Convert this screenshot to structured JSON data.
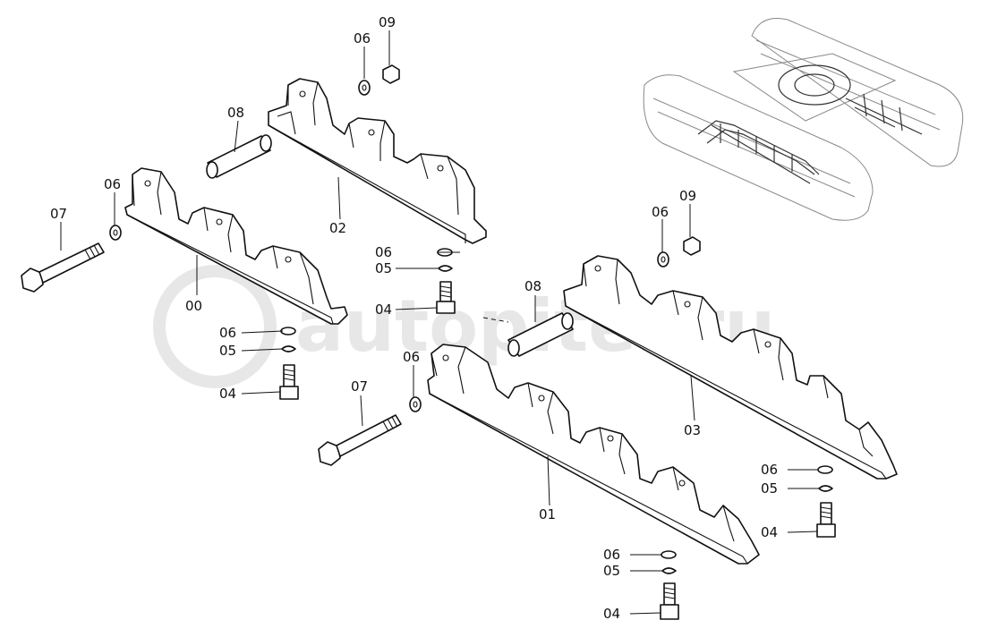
{
  "watermark": "autopiter.ru",
  "labels": {
    "l00": "00",
    "l01": "01",
    "l02": "02",
    "l03": "03",
    "l04a": "04",
    "l04b": "04",
    "l04c": "04",
    "l04d": "04",
    "l05a": "05",
    "l05b": "05",
    "l05c": "05",
    "l05d": "05",
    "l06a": "06",
    "l06b": "06",
    "l06c": "06",
    "l06d": "06",
    "l06e": "06",
    "l06f": "06",
    "l06g": "06",
    "l06h": "06",
    "l07a": "07",
    "l07b": "07",
    "l08a": "08",
    "l08b": "08",
    "l09a": "09",
    "l09b": "09"
  }
}
